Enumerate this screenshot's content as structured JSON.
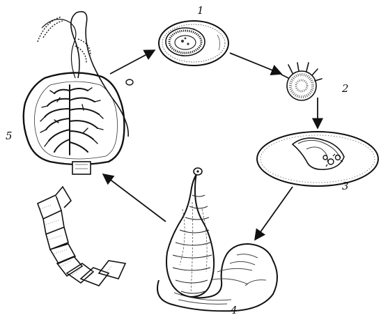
{
  "labels": {
    "stage1": "1",
    "stage2": "2",
    "stage3": "3",
    "stage4": "4",
    "stage5": "5"
  }
}
